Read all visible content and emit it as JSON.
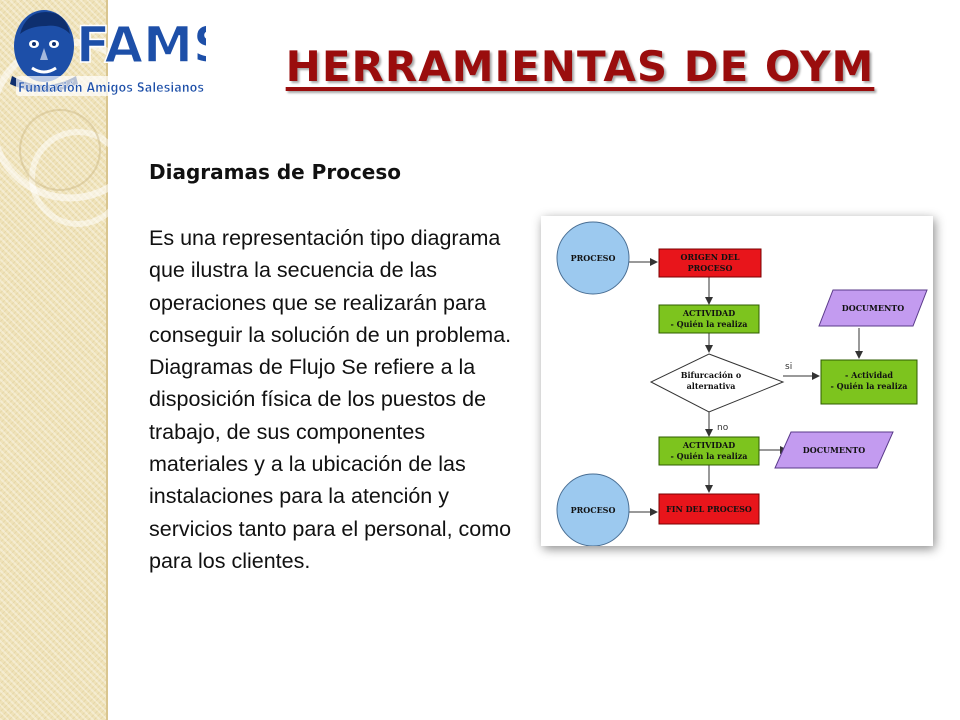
{
  "logo": {
    "brand": "FAMS",
    "tagline": "Fundación Amigos Salesianos"
  },
  "title": "HERRAMIENTAS DE OYM",
  "subtitle": "Diagramas de Proceso",
  "body": "Es una representación tipo diagrama que ilustra la secuencia de las operaciones que se realizarán para conseguir la solución de un problema. Diagramas de Flujo Se refiere a la disposición física de los puestos de trabajo, de sus componentes materiales y a la ubicación de las instalaciones para la atención y servicios tanto para el personal, como para los clientes.",
  "diagram": {
    "start_process": "PROCESO",
    "origin_line1": "ORIGEN DEL",
    "origin_line2": "PROCESO",
    "activity1_line1": "ACTIVIDAD",
    "activity1_line2": "- Quién la realiza",
    "decision_line1": "Bifurcación o",
    "decision_line2": "alternativa",
    "yes_label": "si",
    "no_label": "no",
    "side_activity_line1": "- Actividad",
    "side_activity_line2": "- Quién la realiza",
    "document1": "DOCUMENTO",
    "activity2_line1": "ACTIVIDAD",
    "activity2_line2": "- Quién la realiza",
    "document2": "DOCUMENTO",
    "end_line1": "FIN DEL PROCESO",
    "end_process": "PROCESO"
  },
  "colors": {
    "title": "#9a0d0d",
    "brand_blue": "#1d4fa8",
    "process_circle": "#9cc9ef",
    "red_box": "#e8151b",
    "green_box": "#7dc41e",
    "document": "#c39bf0"
  }
}
